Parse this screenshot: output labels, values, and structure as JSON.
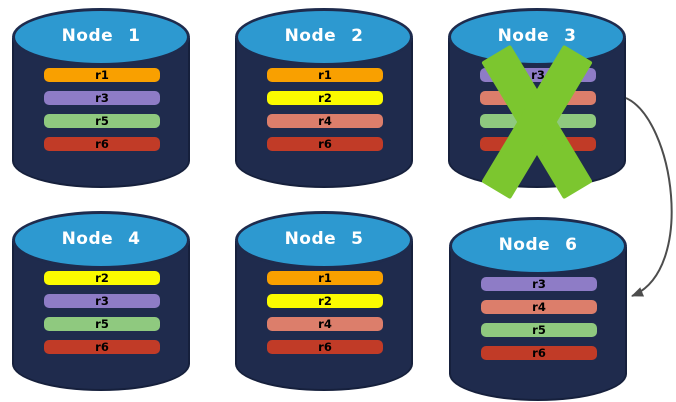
{
  "colors": {
    "background": "#FFFFFF",
    "cylinder_body": "#1F2B4D",
    "cylinder_outline": "#16203C",
    "cylinder_top": "#2D99D0",
    "node_title_text": "#FFFFFF",
    "bar_text": "#000000",
    "failure_x": "#7CC62F",
    "arrow": "#4D4D4D"
  },
  "replica_colors": {
    "r1": "#F9A000",
    "r2": "#FBFB00",
    "r3": "#8E7CC6",
    "r4": "#DC7E6B",
    "r5": "#8FC97F",
    "r6": "#C13B27"
  },
  "nodes": [
    {
      "title": "Node 1",
      "failed": false,
      "replicas": [
        {
          "label": "r1",
          "color": "#F9A000"
        },
        {
          "label": "r3",
          "color": "#8E7CC6"
        },
        {
          "label": "r5",
          "color": "#8FC97F"
        },
        {
          "label": "r6",
          "color": "#C13B27"
        }
      ]
    },
    {
      "title": "Node 2",
      "failed": false,
      "replicas": [
        {
          "label": "r1",
          "color": "#F9A000"
        },
        {
          "label": "r2",
          "color": "#FBFB00"
        },
        {
          "label": "r4",
          "color": "#DC7E6B"
        },
        {
          "label": "r6",
          "color": "#C13B27"
        }
      ]
    },
    {
      "title": "Node 3",
      "failed": true,
      "replicas": [
        {
          "label": "r3",
          "color": "#8E7CC6"
        },
        {
          "label": "r4",
          "color": "#DC7E6B"
        },
        {
          "label": "r5",
          "color": "#8FC97F"
        },
        {
          "label": "r6",
          "color": "#C13B27"
        }
      ]
    },
    {
      "title": "Node 4",
      "failed": false,
      "replicas": [
        {
          "label": "r2",
          "color": "#FBFB00"
        },
        {
          "label": "r3",
          "color": "#8E7CC6"
        },
        {
          "label": "r5",
          "color": "#8FC97F"
        },
        {
          "label": "r6",
          "color": "#C13B27"
        }
      ]
    },
    {
      "title": "Node 5",
      "failed": false,
      "replicas": [
        {
          "label": "r1",
          "color": "#F9A000"
        },
        {
          "label": "r2",
          "color": "#FBFB00"
        },
        {
          "label": "r4",
          "color": "#DC7E6B"
        },
        {
          "label": "r6",
          "color": "#C13B27"
        }
      ]
    },
    {
      "title": "Node 6",
      "failed": false,
      "replicas": [
        {
          "label": "r3",
          "color": "#8E7CC6"
        },
        {
          "label": "r4",
          "color": "#DC7E6B"
        },
        {
          "label": "r5",
          "color": "#8FC97F"
        },
        {
          "label": "r6",
          "color": "#C13B27"
        }
      ]
    }
  ],
  "arrow": {
    "from": "Node 3",
    "to": "Node 6"
  }
}
